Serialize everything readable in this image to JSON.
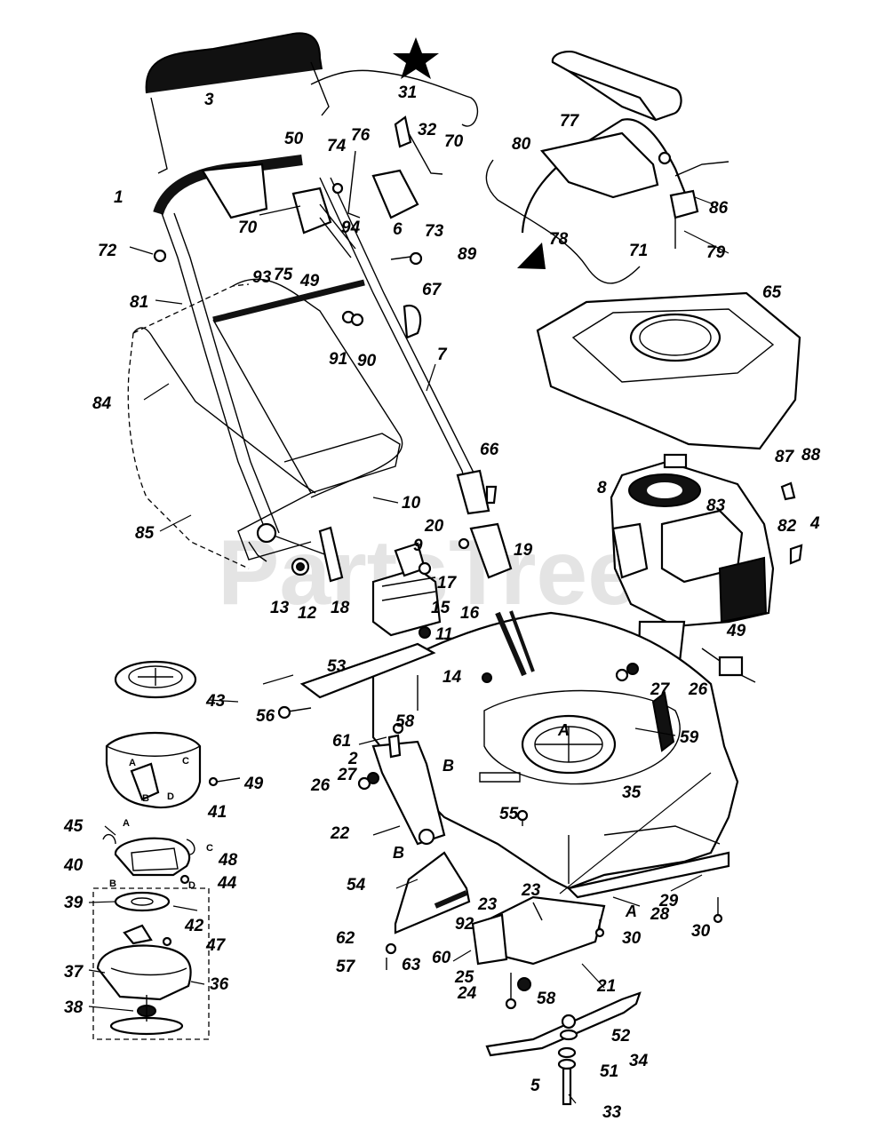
{
  "watermark": "PartsTree",
  "symbols": {
    "star": "star-icon",
    "triangle": "triangle-icon"
  },
  "callouts": [
    {
      "id": "c3",
      "label": "3"
    },
    {
      "id": "c31",
      "label": "31"
    },
    {
      "id": "c32",
      "label": "32"
    },
    {
      "id": "c50",
      "label": "50"
    },
    {
      "id": "c74",
      "label": "74"
    },
    {
      "id": "c76",
      "label": "76"
    },
    {
      "id": "c70a",
      "label": "70"
    },
    {
      "id": "c1",
      "label": "1"
    },
    {
      "id": "c72",
      "label": "72"
    },
    {
      "id": "c70b",
      "label": "70"
    },
    {
      "id": "c75",
      "label": "75"
    },
    {
      "id": "c94",
      "label": "94"
    },
    {
      "id": "c6",
      "label": "6"
    },
    {
      "id": "c73",
      "label": "73"
    },
    {
      "id": "c49a",
      "label": "49"
    },
    {
      "id": "c89",
      "label": "89"
    },
    {
      "id": "c81",
      "label": "81"
    },
    {
      "id": "c93",
      "label": "93"
    },
    {
      "id": "c67",
      "label": "67"
    },
    {
      "id": "c91",
      "label": "91"
    },
    {
      "id": "c90",
      "label": "90"
    },
    {
      "id": "c7",
      "label": "7"
    },
    {
      "id": "c84",
      "label": "84"
    },
    {
      "id": "c77",
      "label": "77"
    },
    {
      "id": "c80",
      "label": "80"
    },
    {
      "id": "c86",
      "label": "86"
    },
    {
      "id": "c78",
      "label": "78"
    },
    {
      "id": "c71",
      "label": "71"
    },
    {
      "id": "c79",
      "label": "79"
    },
    {
      "id": "c65",
      "label": "65"
    },
    {
      "id": "c66",
      "label": "66"
    },
    {
      "id": "c87",
      "label": "87"
    },
    {
      "id": "c88",
      "label": "88"
    },
    {
      "id": "c8",
      "label": "8"
    },
    {
      "id": "c83",
      "label": "83"
    },
    {
      "id": "c82",
      "label": "82"
    },
    {
      "id": "c4",
      "label": "4"
    },
    {
      "id": "c10",
      "label": "10"
    },
    {
      "id": "c85",
      "label": "85"
    },
    {
      "id": "c20",
      "label": "20"
    },
    {
      "id": "c19",
      "label": "19"
    },
    {
      "id": "c9",
      "label": "9"
    },
    {
      "id": "c17",
      "label": "17"
    },
    {
      "id": "c13",
      "label": "13"
    },
    {
      "id": "c12",
      "label": "12"
    },
    {
      "id": "c18",
      "label": "18"
    },
    {
      "id": "c15",
      "label": "15"
    },
    {
      "id": "c16",
      "label": "16"
    },
    {
      "id": "c11",
      "label": "11"
    },
    {
      "id": "c49b",
      "label": "49"
    },
    {
      "id": "c53",
      "label": "53"
    },
    {
      "id": "c14",
      "label": "14"
    },
    {
      "id": "c27a",
      "label": "27"
    },
    {
      "id": "c26a",
      "label": "26"
    },
    {
      "id": "c43",
      "label": "43"
    },
    {
      "id": "c56",
      "label": "56"
    },
    {
      "id": "c58a",
      "label": "58"
    },
    {
      "id": "c61",
      "label": "61"
    },
    {
      "id": "c59",
      "label": "59"
    },
    {
      "id": "c2",
      "label": "2"
    },
    {
      "id": "c49c",
      "label": "49"
    },
    {
      "id": "c26b",
      "label": "26"
    },
    {
      "id": "c27b",
      "label": "27"
    },
    {
      "id": "c41",
      "label": "41"
    },
    {
      "id": "c35",
      "label": "35"
    },
    {
      "id": "c55",
      "label": "55"
    },
    {
      "id": "c45",
      "label": "45"
    },
    {
      "id": "c22",
      "label": "22"
    },
    {
      "id": "c40",
      "label": "40"
    },
    {
      "id": "c48",
      "label": "48"
    },
    {
      "id": "c44",
      "label": "44"
    },
    {
      "id": "c54",
      "label": "54"
    },
    {
      "id": "c39",
      "label": "39"
    },
    {
      "id": "c23a",
      "label": "23"
    },
    {
      "id": "c23b",
      "label": "23"
    },
    {
      "id": "c29",
      "label": "29"
    },
    {
      "id": "c42",
      "label": "42"
    },
    {
      "id": "c47",
      "label": "47"
    },
    {
      "id": "c92",
      "label": "92"
    },
    {
      "id": "c30a",
      "label": "30"
    },
    {
      "id": "c28",
      "label": "28"
    },
    {
      "id": "c30b",
      "label": "30"
    },
    {
      "id": "c62",
      "label": "62"
    },
    {
      "id": "c37",
      "label": "37"
    },
    {
      "id": "c36",
      "label": "36"
    },
    {
      "id": "c57",
      "label": "57"
    },
    {
      "id": "c63",
      "label": "63"
    },
    {
      "id": "c60",
      "label": "60"
    },
    {
      "id": "c25",
      "label": "25"
    },
    {
      "id": "c21",
      "label": "21"
    },
    {
      "id": "c24",
      "label": "24"
    },
    {
      "id": "c58b",
      "label": "58"
    },
    {
      "id": "c38",
      "label": "38"
    },
    {
      "id": "c52",
      "label": "52"
    },
    {
      "id": "c34",
      "label": "34"
    },
    {
      "id": "c5",
      "label": "5"
    },
    {
      "id": "c51",
      "label": "51"
    },
    {
      "id": "c33",
      "label": "33"
    }
  ],
  "letters": [
    {
      "id": "lA1",
      "label": "A"
    },
    {
      "id": "lB1",
      "label": "B"
    },
    {
      "id": "lB2",
      "label": "B"
    },
    {
      "id": "lA2",
      "label": "A"
    },
    {
      "id": "lA3",
      "label": "A"
    },
    {
      "id": "lC1",
      "label": "C"
    },
    {
      "id": "lB3",
      "label": "B"
    },
    {
      "id": "lD1",
      "label": "D"
    },
    {
      "id": "lA4",
      "label": "A"
    },
    {
      "id": "lC2",
      "label": "C"
    },
    {
      "id": "lB4",
      "label": "B"
    },
    {
      "id": "lD2",
      "label": "D"
    }
  ]
}
